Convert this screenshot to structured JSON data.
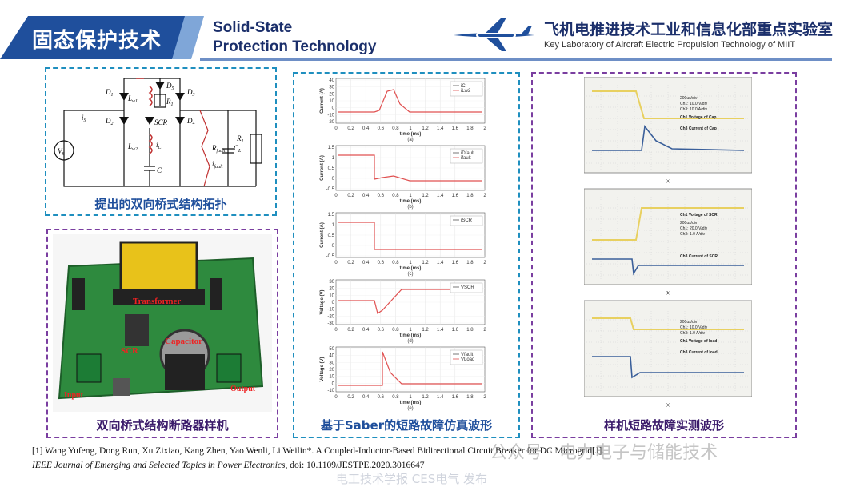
{
  "header": {
    "cn_title": "固态保护技术",
    "en_title_line1": "Solid-State",
    "en_title_line2": "Protection Technology",
    "lab_cn": "飞机电推进技术工业和信息化部重点实验室",
    "lab_en": "Key Laboratory of Aircraft Electric Propulsion Technology of MIIT",
    "logo_icon": "airplane-icon"
  },
  "panels": {
    "topology_caption": "提出的双向桥式结构拓扑",
    "prototype_caption": "双向桥式结构断路器样机",
    "saber_caption": "基于Saber的短路故障仿真波形",
    "measured_caption": "样机短路故障实测波形"
  },
  "circuit": {
    "labels": [
      "D1",
      "Lw1",
      "D5",
      "R1",
      "D3",
      "D2",
      "SCR",
      "D4",
      "iS",
      "VS",
      "Lw2",
      "iC",
      "C",
      "Rfault",
      "ifault",
      "CL",
      "RL"
    ]
  },
  "prototype": {
    "labels": [
      "Transformer",
      "Capacitor",
      "SCR",
      "Input",
      "Output"
    ]
  },
  "sim_plots": [
    {
      "name": "a",
      "ylabel": "Current (A)",
      "xlabel": "time (ms)",
      "yticks": [
        "40",
        "30",
        "20",
        "10",
        "0",
        "-10",
        "-20"
      ],
      "legend": [
        "iC",
        "iLw2"
      ]
    },
    {
      "name": "b",
      "ylabel": "Current (A)",
      "xlabel": "time (ms)",
      "yticks": [
        "1.5",
        "1",
        "0.5",
        "0",
        "-0.5"
      ],
      "legend": [
        "iDfault",
        "ifault"
      ]
    },
    {
      "name": "c",
      "ylabel": "Current (A)",
      "xlabel": "time (ms)",
      "yticks": [
        "1.5",
        "1",
        "0.5",
        "0",
        "-0.5"
      ],
      "legend": [
        "iSCR"
      ]
    },
    {
      "name": "d",
      "ylabel": "Voltage (V)",
      "xlabel": "time (ms)",
      "yticks": [
        "30",
        "20",
        "10",
        "0",
        "-10",
        "-20",
        "-30"
      ],
      "legend": [
        "VSCR"
      ]
    },
    {
      "name": "e",
      "ylabel": "Voltage (V)",
      "xlabel": "time (ms)",
      "yticks": [
        "50",
        "40",
        "30",
        "20",
        "10",
        "0",
        "-10"
      ],
      "legend": [
        "Vfault",
        "VLoad"
      ]
    }
  ],
  "sim_xticks": [
    "0",
    "0.2",
    "0.4",
    "0.6",
    "0.8",
    "1",
    "1.2",
    "1.4",
    "1.6",
    "1.8",
    "2"
  ],
  "scopes": [
    {
      "name": "a",
      "ch1": "Ch1  Voltage of Cap",
      "ch3": "Ch3  Current of Cap",
      "info1": "200us/div",
      "info2": "Ch1: 10.0  V/div",
      "info3": "Ch3: 10.0  A/div"
    },
    {
      "name": "b",
      "ch1": "Ch1  Voltage of SCR",
      "ch3": "Ch3  Current of SCR",
      "info1": "200us/div",
      "info2": "Ch1: 20.0  V/div",
      "info3": "Ch3: 1.0  A/div"
    },
    {
      "name": "c",
      "ch1": "Ch1  Voltage of load",
      "ch3": "Ch3  Current of load",
      "info1": "200us/div",
      "info2": "Ch1: 10.0  V/div",
      "info3": "Ch3: 1.0  A/div"
    }
  ],
  "reference": {
    "line1": "[1] Wang Yufeng, Dong Run, Xu Zixiao, Kang Zhen, Yao Wenli, Li Weilin*. A Coupled-Inductor-Based Bidirectional Circuit Breaker for DC Microgrid[J].",
    "line2_journal": "IEEE Journal of Emerging and Selected Topics in Power Electronics",
    "line2_doi": ", doi: 10.1109/JESTPE.2020.3016647"
  },
  "watermarks": {
    "wm1": "公众号 · 电力电子与储能技术",
    "wm2": "电工技术学报 CES电气 发布"
  },
  "colors": {
    "brand_blue": "#1f4f9c",
    "panel_blue": "#1f8fbf",
    "panel_purple": "#7a3ea0",
    "trace_red": "#e05050",
    "scope_yellow": "#e8d060",
    "scope_blue": "#3a5f9a"
  }
}
